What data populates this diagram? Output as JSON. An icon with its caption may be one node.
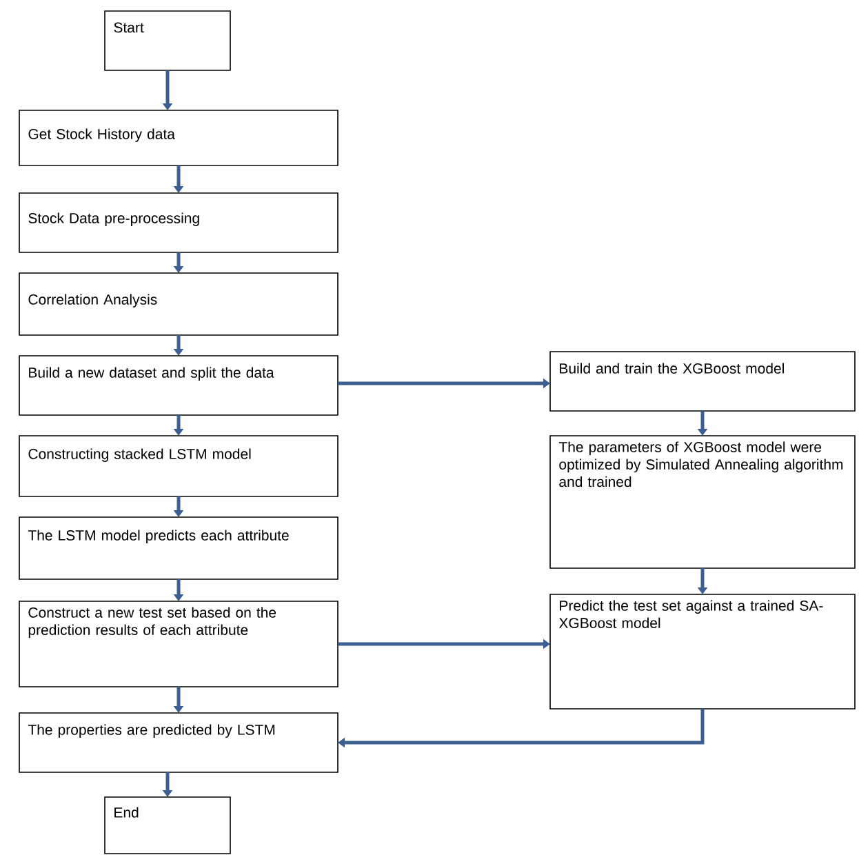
{
  "diagram": {
    "nodes": [
      {
        "text": [
          "Start"
        ]
      },
      {
        "text": [
          "Get Stock History data"
        ]
      },
      {
        "text": [
          "Stock Data pre-processing"
        ]
      },
      {
        "text": [
          "Correlation Analysis"
        ]
      },
      {
        "text": [
          "Build a new dataset and split the data"
        ]
      },
      {
        "text": [
          "Constructing stacked LSTM model"
        ]
      },
      {
        "text": [
          "The LSTM model predicts each attribute"
        ]
      },
      {
        "text": [
          "Construct a new test set based on the prediction results of each attribute"
        ]
      },
      {
        "text": [
          "The properties are predicted by LSTM"
        ]
      },
      {
        "text": [
          "End"
        ]
      },
      {
        "text": [
          "Build and train the XGBoost model"
        ]
      },
      {
        "text": [
          "The parameters of XGBoost model were optimized by Simulated Annealing algorithm and trained"
        ]
      },
      {
        "text": [
          "Predict the test set against a trained SA-XGBoost model"
        ]
      }
    ],
    "edges": [
      {
        "from": 0,
        "to": 1,
        "arrow": "to"
      },
      {
        "from": 1,
        "to": 2,
        "arrow": "to"
      },
      {
        "from": 2,
        "to": 3,
        "arrow": "to"
      },
      {
        "from": 3,
        "to": 4,
        "arrow": "to"
      },
      {
        "from": 4,
        "to": 5,
        "arrow": "to"
      },
      {
        "from": 5,
        "to": 6,
        "arrow": "to"
      },
      {
        "from": 6,
        "to": 7,
        "arrow": "to"
      },
      {
        "from": 7,
        "to": 8,
        "arrow": "to"
      },
      {
        "from": 8,
        "to": 9,
        "arrow": "to"
      },
      {
        "from": 4,
        "to": 10,
        "arrow": "to"
      },
      {
        "from": 10,
        "to": 11,
        "arrow": "to"
      },
      {
        "from": 11,
        "to": 12,
        "arrow": "to"
      },
      {
        "from": 7,
        "to": 12,
        "arrow": "to"
      },
      {
        "from": 12,
        "to": 8,
        "arrow": "to"
      }
    ]
  }
}
